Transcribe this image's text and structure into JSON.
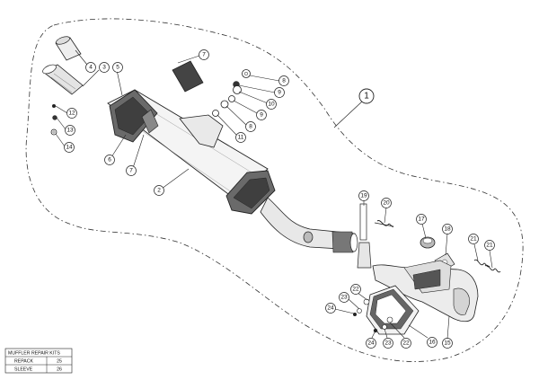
{
  "assembly": {
    "number": "1"
  },
  "callouts": {
    "c4": "4",
    "c3": "3",
    "c5": "5",
    "c7a": "7",
    "c7b": "7",
    "c8a": "8",
    "c9a": "9",
    "c10": "10",
    "c9b": "9",
    "c8b": "8",
    "c11": "11",
    "c12": "12",
    "c13": "13",
    "c14": "14",
    "c6": "6",
    "c2": "2",
    "c19": "19",
    "c20": "20",
    "c17": "17",
    "c18": "18",
    "c21a": "21",
    "c21b": "21",
    "c22a": "22",
    "c23a": "23",
    "c24a": "24",
    "c16": "16",
    "c15": "15",
    "c24b": "24",
    "c23b": "23",
    "c22b": "22"
  },
  "repair_kits": {
    "title": "MUFFLER REPAIR KITS",
    "rows": [
      {
        "name": "REPACK",
        "code": "25"
      },
      {
        "name": "SLEEVE",
        "code": "26"
      }
    ]
  },
  "colors": {
    "line": "#222222",
    "bubble_fill": "#ffffff",
    "dash": "#333333",
    "fill_light": "#e6e6e6",
    "fill_dark": "#555555"
  }
}
